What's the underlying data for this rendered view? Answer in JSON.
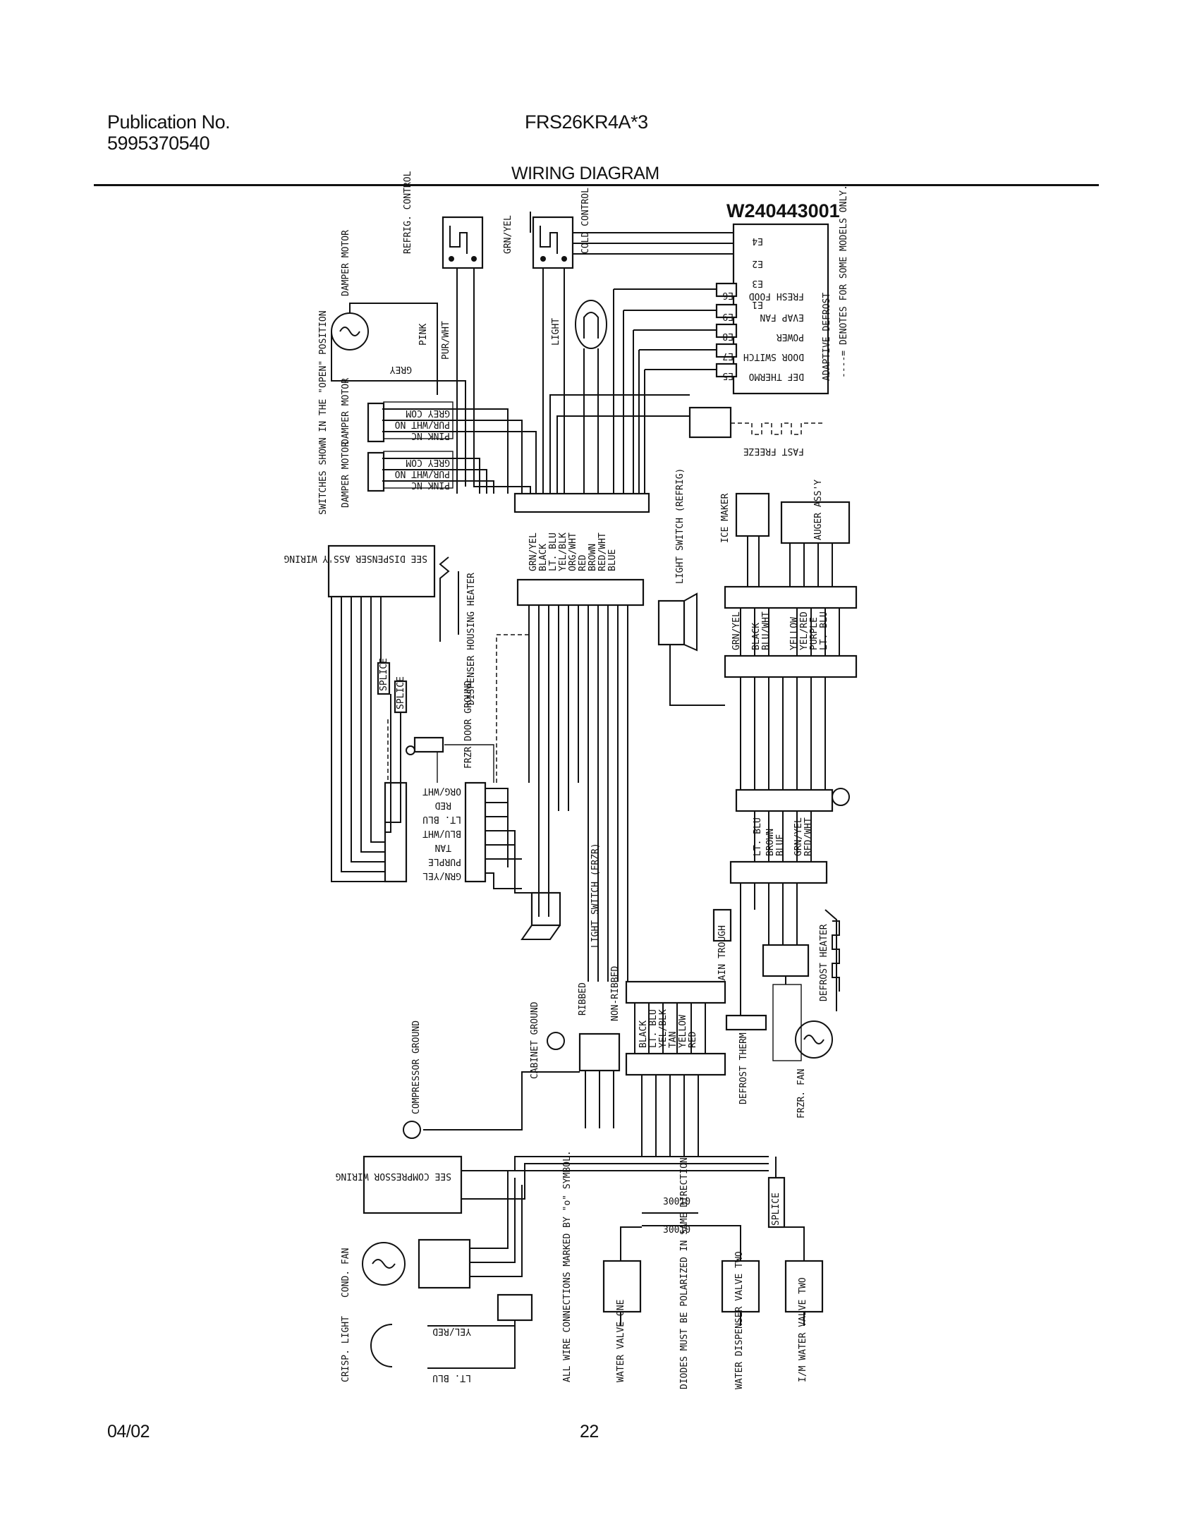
{
  "header": {
    "publication_label": "Publication No.",
    "publication_number": "5995370540",
    "model": "FRS26KR4A*3",
    "title": "WIRING DIAGRAM"
  },
  "footer": {
    "date": "04/02",
    "page": "22"
  },
  "diagram": {
    "part_number": "W240443001",
    "adaptive_defrost": {
      "label": "ADAPTIVE DEFROST",
      "terminals": [
        "E4",
        "E2",
        "E3",
        "E1"
      ],
      "outputs": [
        {
          "label": "FRESH FOOD",
          "pin": "E6"
        },
        {
          "label": "EVAP FAN",
          "pin": "E9"
        },
        {
          "label": "POWER",
          "pin": "E8"
        },
        {
          "label": "DOOR SWITCH",
          "pin": "E7"
        },
        {
          "label": "DEF THERMO",
          "pin": "E5"
        }
      ],
      "note": "----= DENOTES FOR SOME MODELS ONLY."
    },
    "components": {
      "refrig_control": "REFRIG. CONTROL",
      "cold_control": "COLD CONTROL",
      "grn_yel": "GRN/YEL",
      "damper_motor": "DAMPER MOTOR",
      "light": "LIGHT",
      "pink": "PINK",
      "pur_wht": "PUR/WHT",
      "grey": "GREY",
      "switches_note": "SWITCHES SHOWN IN THE \"OPEN\" POSITION",
      "damper_switch_1": [
        "GREY COM",
        "PUR/WHT NO",
        "PINK NC"
      ],
      "damper_switch_2": [
        "GREY COM",
        "PUR/WHT NO",
        "PINK NC"
      ],
      "fast_freeze": "FAST FREEZE",
      "dispenser_wiring": "SEE DISPENSER ASS'Y WIRING",
      "dispenser_heater": "DISPENSER HOUSING HEATER",
      "main_harness": [
        "GRN/YEL",
        "BLACK",
        "LT. BLU",
        "YEL/BLK",
        "ORG/WHT",
        "RED",
        "BROWN",
        "RED/WHT",
        "BLUE"
      ],
      "light_switch_refrig": "LIGHT SWITCH (REFRIG)",
      "ice_maker": "ICE MAKER",
      "auger_assy": "AUGER ASS'Y",
      "ice_harness": [
        "GRN/YEL",
        "BLACK",
        "BLU/WHT",
        "YELLOW",
        "YEL/RED",
        "PURPLE",
        "LT. BLU"
      ],
      "frzr_door_ground": "FRZR DOOR GROUND",
      "splice": "SPLICE",
      "door_harness": [
        "ORG/WHT",
        "RED",
        "LT. BLU",
        "BLU/WHT",
        "TAN",
        "PURPLE",
        "GRN/YEL"
      ],
      "light_switch_frzr": "LIGHT SWITCH (FRZR)",
      "defrost_harness": [
        "LT. BLU",
        "BROWN",
        "BLUE",
        "GRN/YEL",
        "RED/WHT"
      ],
      "drain_trough": "DRAIN TROUGH",
      "defrost_heater": "DEFROST HEATER",
      "ribbed": "RIBBED",
      "non_ribbed": "NON-RIBBED",
      "cabinet_ground": "CABINET GROUND",
      "lower_harness": [
        "BLACK",
        "LT. BLU",
        "YEL/BLK",
        "TAN",
        "YELLOW",
        "RED"
      ],
      "defrost_therm": "DEFROST THERM.",
      "frzr_fan": "FRZR. FAN",
      "compressor_ground": "COMPRESSOR GROUND",
      "compressor_wiring": "SEE COMPRESSOR WIRING",
      "cond_fan": "COND. FAN",
      "crisp_light": "CRISP. LIGHT",
      "yel_red": "YEL/RED",
      "lt_blu": "LT. BLU",
      "wire_note": "ALL WIRE CONNECTIONS MARKED BY \"o\" SYMBOL.",
      "water_valve_one": "WATER VALVE ONE",
      "diode_note": "DIODES MUST BE POLARIZED IN SAME DIRECTION",
      "diode_1": "30010",
      "diode_2": "30010",
      "water_dispenser_valve_two": "WATER DISPENSER VALVE TWO",
      "im_water_valve_two": "I/M WATER VALVE TWO"
    }
  }
}
